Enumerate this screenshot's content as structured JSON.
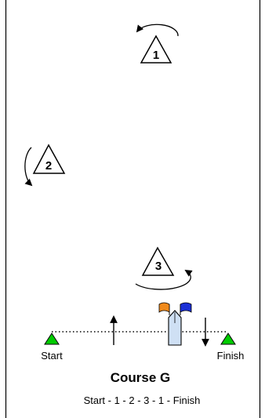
{
  "course": {
    "title": "Course G",
    "sequence": "Start - 1 - 2 - 3 - 1 - Finish"
  },
  "marks": [
    {
      "label": "1"
    },
    {
      "label": "2"
    },
    {
      "label": "3"
    }
  ],
  "line": {
    "start_label": "Start",
    "finish_label": "Finish"
  },
  "colors": {
    "start_finish_buoy": "#00cc00",
    "committee_boat": "#cfe0f4",
    "flag_orange": "#f08a1c",
    "flag_blue": "#1a2fd6"
  }
}
